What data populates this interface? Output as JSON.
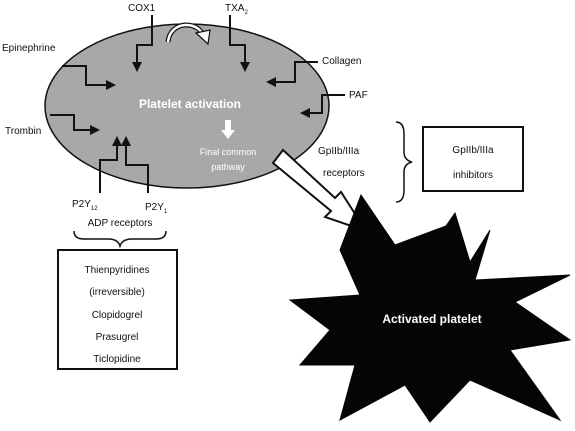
{
  "diagram": {
    "inputs": {
      "cox1": "COX1",
      "txa2_main": "TXA",
      "txa2_sub": "2",
      "epinephrine": "Epinephrine",
      "collagen": "Collagen",
      "paf": "PAF",
      "trombin": "Trombin"
    },
    "platelet": {
      "title": "Platelet activation",
      "pathway_line1": "Final common",
      "pathway_line2": "pathway"
    },
    "gp_receptors": {
      "line1": "GpIIb/IIIa",
      "line2": "receptors"
    },
    "gp_inhibitors": {
      "line1": "GpIIb/IIIa",
      "line2": "inhibitors"
    },
    "adp": {
      "p2y12_main": "P2Y",
      "p2y12_sub": "12",
      "p2y1_main": "P2Y",
      "p2y1_sub": "1",
      "receptors_label": "ADP receptors"
    },
    "drugs": [
      "Thienpyridines",
      "(irreversible)",
      "Clopidogrel",
      "Prasugrel",
      "Ticlopidine"
    ],
    "activated": "Activated platelet"
  }
}
